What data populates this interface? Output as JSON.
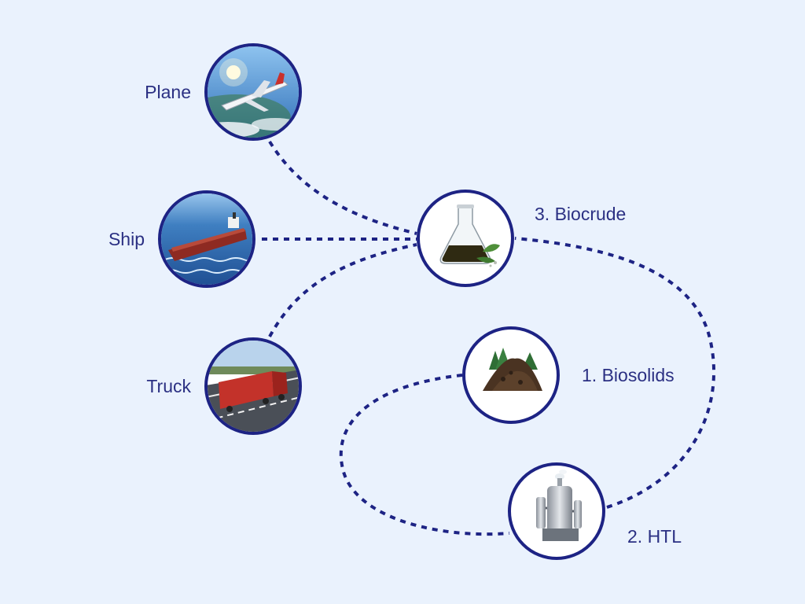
{
  "diagram": {
    "nodes": {
      "plane": {
        "label": "Plane",
        "icon": "plane-icon"
      },
      "ship": {
        "label": "Ship",
        "icon": "ship-icon"
      },
      "truck": {
        "label": "Truck",
        "icon": "truck-icon"
      },
      "biocrude": {
        "label": "3. Biocrude",
        "icon": "flask-icon"
      },
      "biosolids": {
        "label": "1. Biosolids",
        "icon": "biosolids-pile-icon"
      },
      "htl": {
        "label": "2. HTL",
        "icon": "htl-reactor-icon"
      }
    },
    "edges": [
      {
        "from": "biosolids",
        "to": "htl"
      },
      {
        "from": "htl",
        "to": "biocrude"
      },
      {
        "from": "biocrude",
        "to": "plane"
      },
      {
        "from": "biocrude",
        "to": "ship"
      },
      {
        "from": "biocrude",
        "to": "truck"
      }
    ],
    "colors": {
      "background": "#eaf2fd",
      "accent": "#1d2384",
      "label": "#2b3083"
    }
  }
}
